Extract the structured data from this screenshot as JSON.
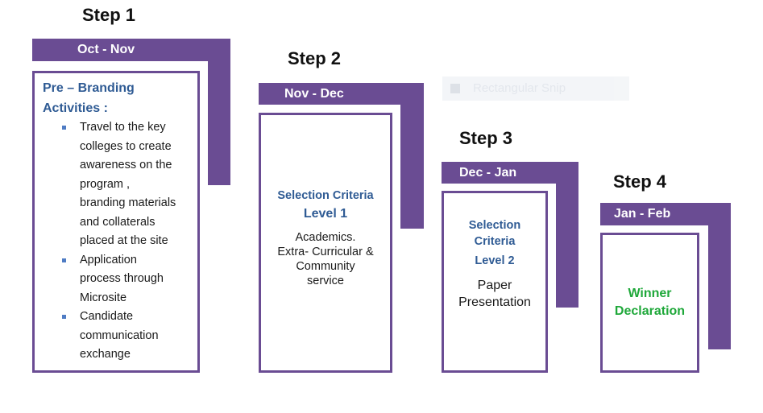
{
  "background_snip": {
    "label": "Rectangular Snip"
  },
  "steps": [
    {
      "title": "Step 1",
      "period": "Oct - Nov",
      "heading_line1": "Pre – Branding",
      "heading_line2": "Activities :",
      "bullets": [
        [
          "Travel to the key",
          "colleges to create",
          "awareness on the",
          "program ,",
          "branding materials",
          "and collaterals",
          "placed at the site"
        ],
        [
          "Application",
          "process through",
          "Microsite"
        ],
        [
          "Candidate",
          "communication",
          "exchange"
        ]
      ]
    },
    {
      "title": "Step 2",
      "period": "Nov - Dec",
      "heading": "Selection Criteria",
      "level": "Level 1",
      "body_lines": [
        "Academics.",
        "Extra- Curricular &",
        "Community",
        "service"
      ]
    },
    {
      "title": "Step 3",
      "period": "Dec - Jan",
      "heading_line1": "Selection",
      "heading_line2": "Criteria",
      "level": "Level 2",
      "body_line1": "Paper",
      "body_line2": "Presentation"
    },
    {
      "title": "Step 4",
      "period": "Jan - Feb",
      "result_line1": "Winner",
      "result_line2": "Declaration"
    }
  ],
  "colors": {
    "accent": "#6a4c93",
    "heading": "#2f5b94",
    "winner": "#1fa83a"
  }
}
